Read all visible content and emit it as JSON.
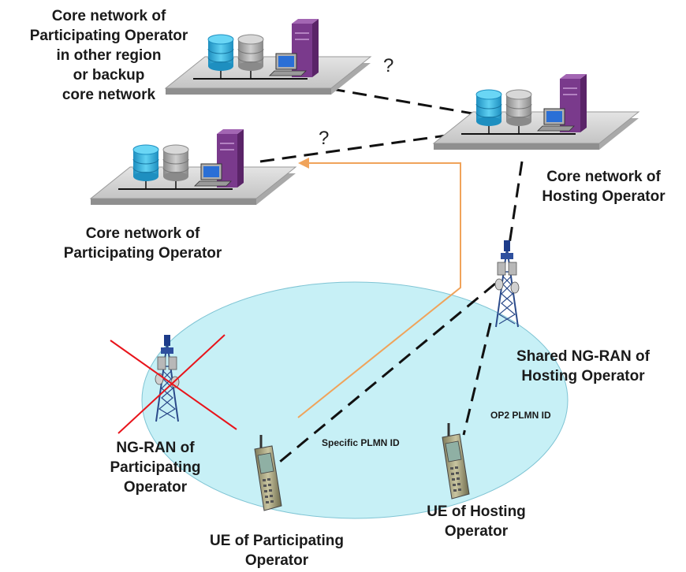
{
  "labels": {
    "core_other_region": [
      "Core network of",
      "Participating Operator",
      "in other region",
      "or backup",
      "core network"
    ],
    "core_participating": [
      "Core network of",
      "Participating Operator"
    ],
    "core_hosting": [
      "Core network of",
      "Hosting Operator"
    ],
    "shared_ngran": [
      "Shared NG-RAN of",
      "Hosting Operator"
    ],
    "ngran_participating": [
      "NG-RAN of",
      "Participating",
      "Operator"
    ],
    "ue_participating": [
      "UE of Participating",
      "Operator"
    ],
    "ue_hosting": [
      "UE of Hosting",
      "Operator"
    ],
    "specific_plmn": "Specific PLMN ID",
    "op2_plmn": "OP2 PLMN ID",
    "question_1": "?",
    "question_2": "?"
  },
  "colors": {
    "coverage": "#c7f0f6",
    "orange_link": "#f0a35a",
    "dashed_link": "#111111",
    "cross": "#e8141b",
    "server_purple": "#7a3a8c",
    "db_blue": "#3fb8e0",
    "db_gray": "#a8a8a8"
  }
}
